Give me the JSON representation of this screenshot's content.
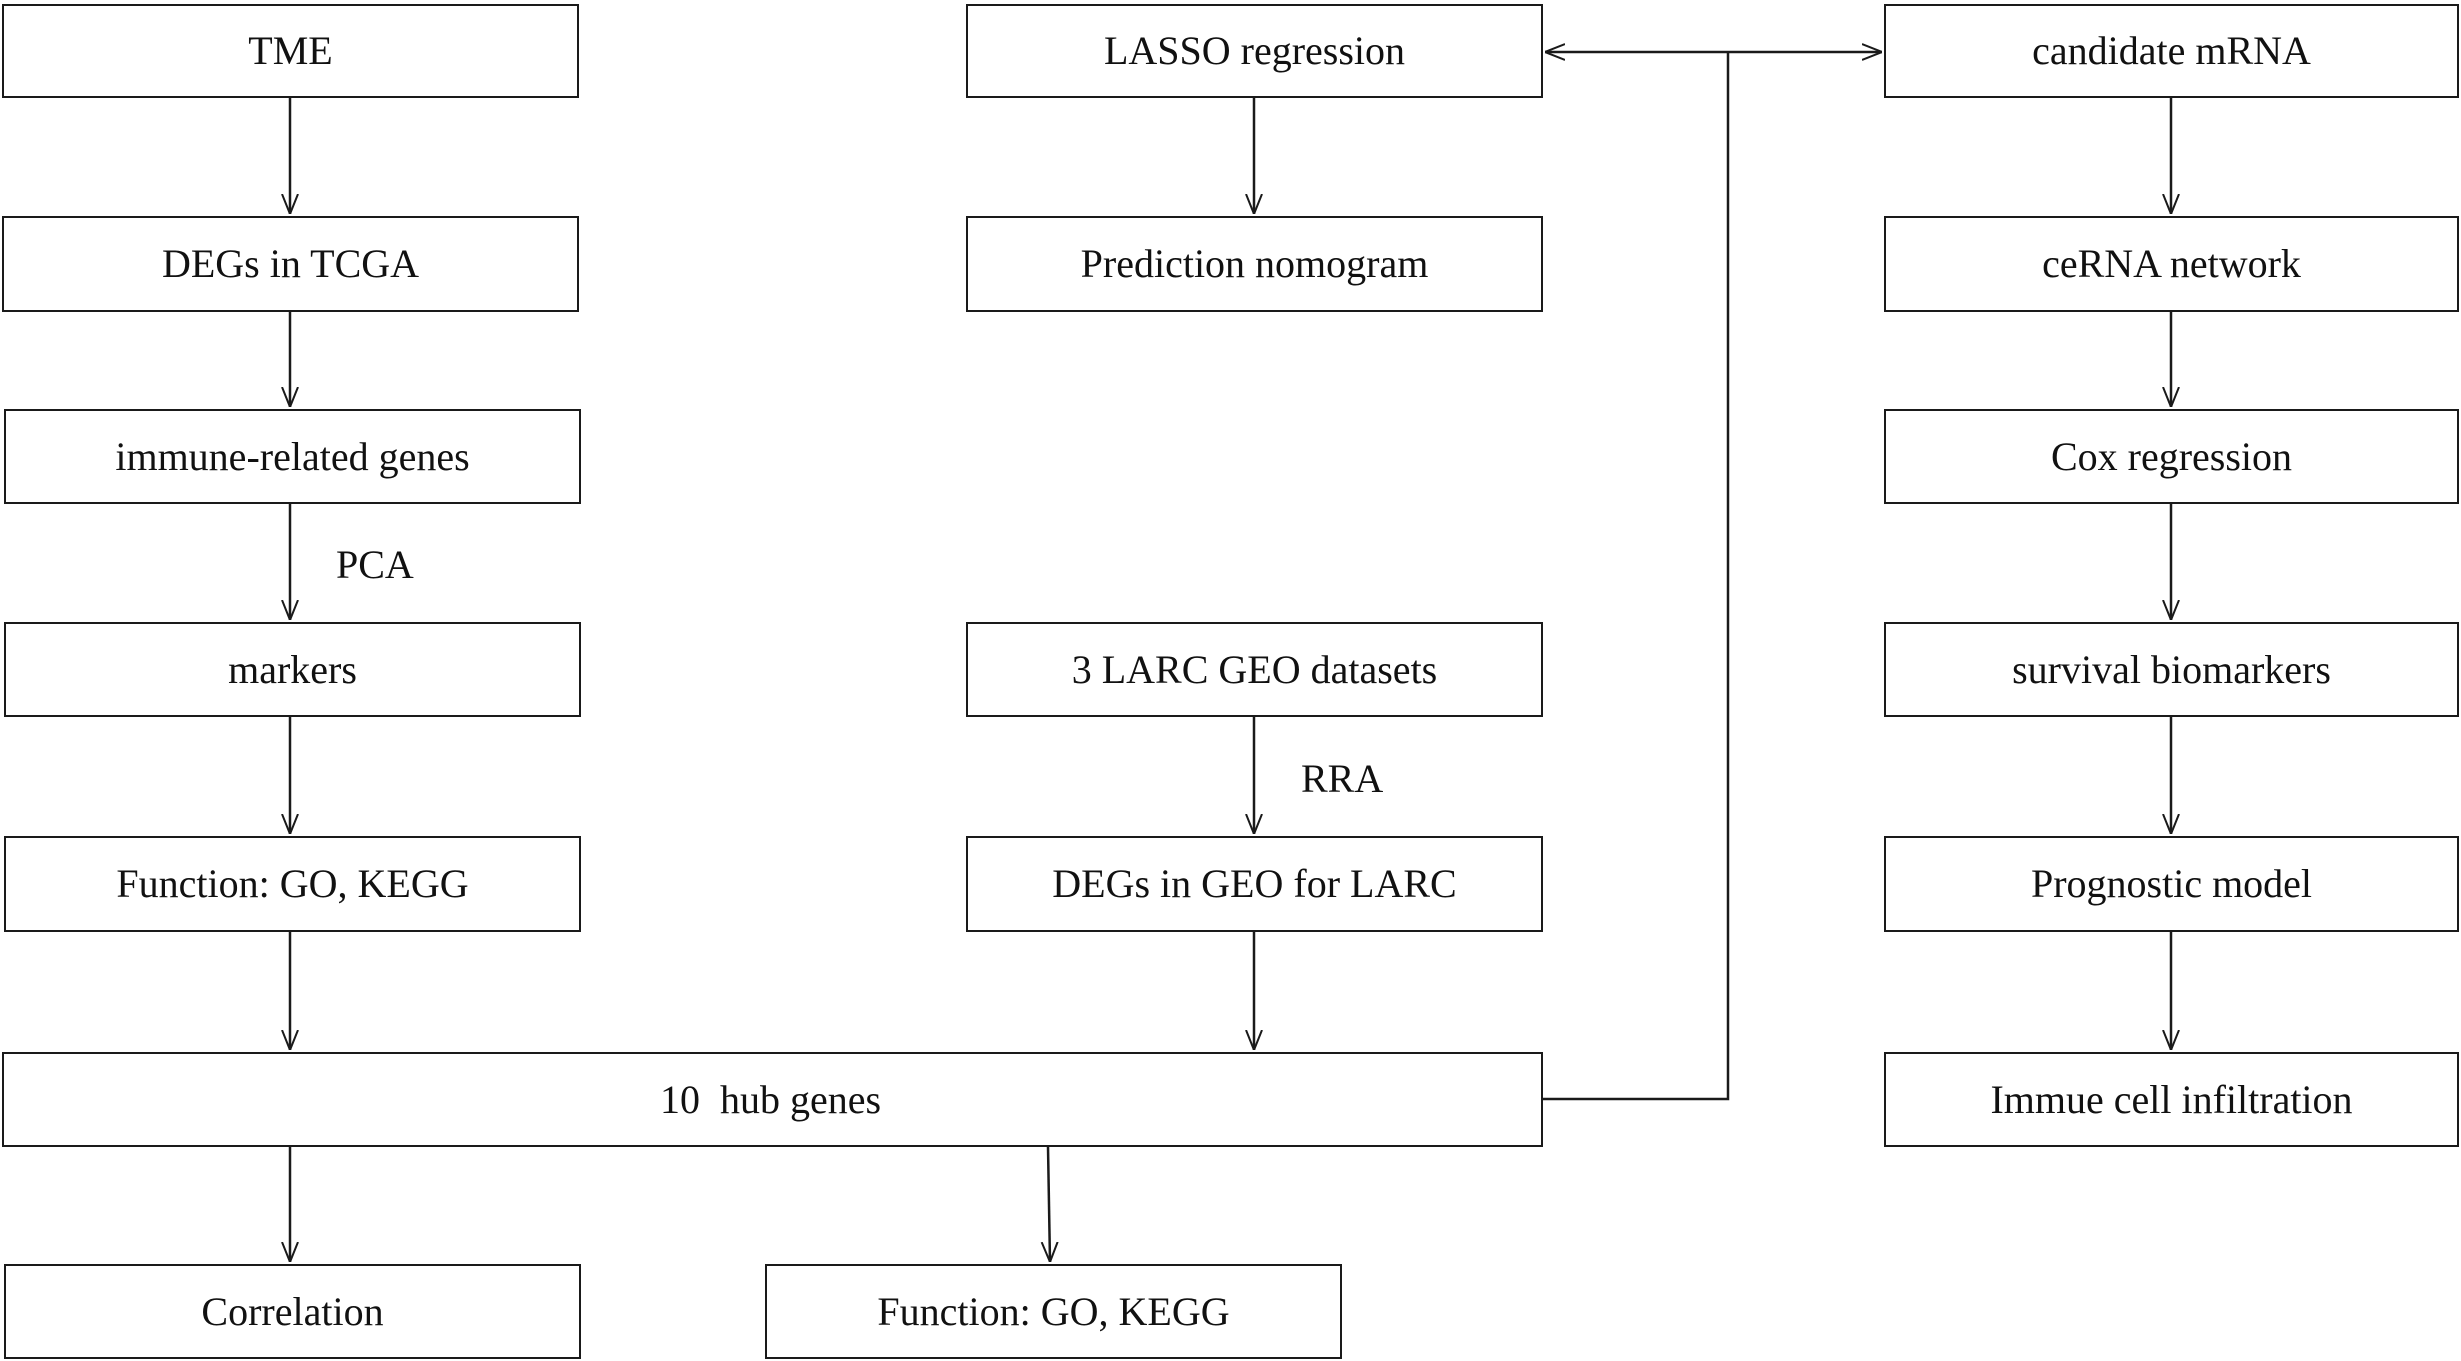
{
  "nodes": {
    "tme": "TME",
    "degs_tcga": "DEGs in TCGA",
    "immune_genes": "immune-related genes",
    "markers": "markers",
    "function_left": "Function: GO, KEGG",
    "lasso": "LASSO regression",
    "nomogram": "Prediction nomogram",
    "larc_geo": "3 LARC GEO datasets",
    "degs_geo": "DEGs in GEO for LARC",
    "hub_genes": "10  hub genes",
    "correlation": "Correlation",
    "function_bottom": "Function: GO, KEGG",
    "candidate_mrna": "candidate mRNA",
    "cerna": "ceRNA network",
    "cox": "Cox regression",
    "survival": "survival biomarkers",
    "prognostic": "Prognostic model",
    "infiltration": "Immue cell infiltration"
  },
  "edge_labels": {
    "pca": "PCA",
    "rra": "RRA"
  },
  "colors": {
    "line": "#1a1a1a",
    "background": "#ffffff"
  }
}
